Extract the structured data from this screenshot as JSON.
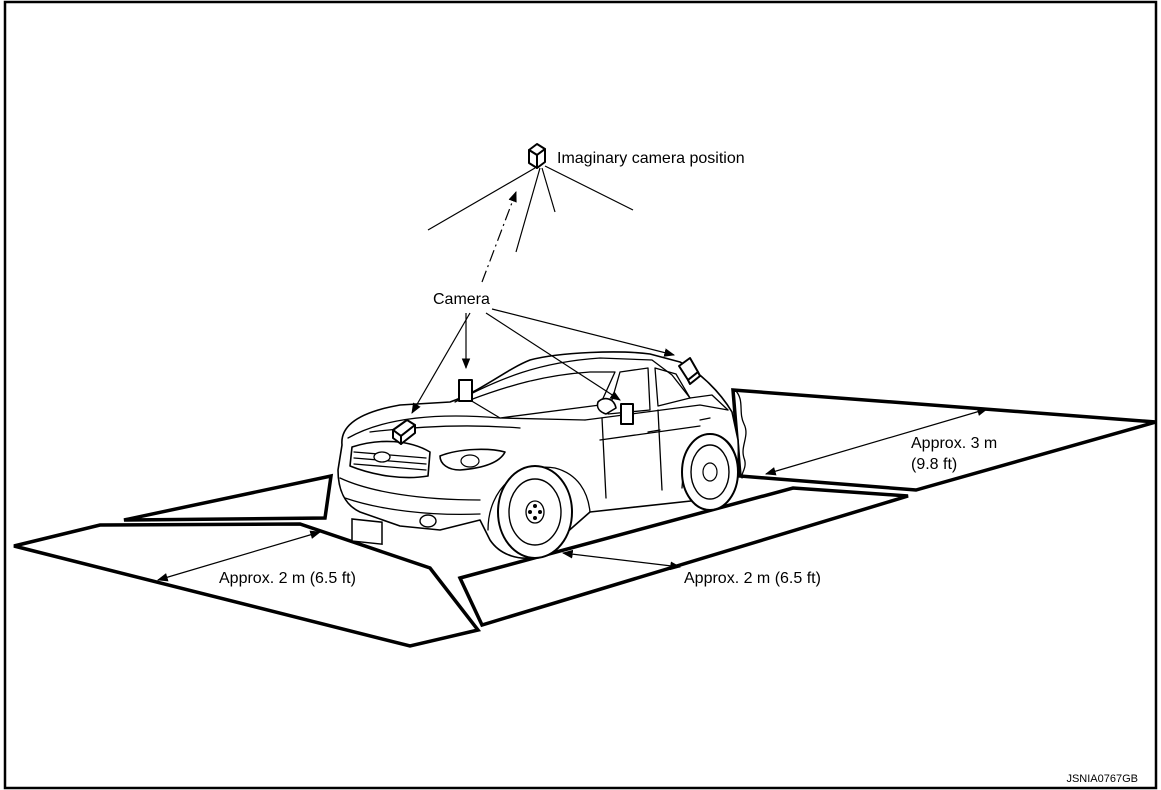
{
  "figure_code": "JSNIA0767GB",
  "labels": {
    "imaginary_camera": "Imaginary camera position",
    "camera": "Camera",
    "front_distance": "Approx. 2 m (6.5 ft)",
    "side_distance": "Approx. 2 m (6.5 ft)",
    "rear_distance_line1": "Approx. 3 m",
    "rear_distance_line2": "(9.8 ft)"
  }
}
